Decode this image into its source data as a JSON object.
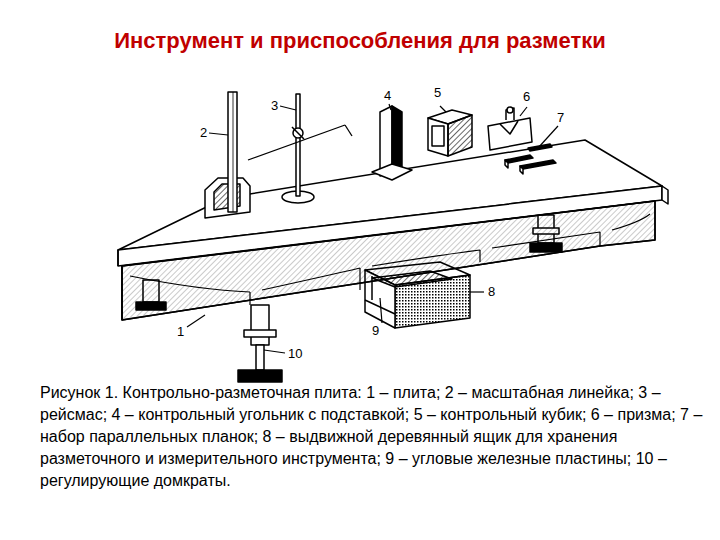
{
  "diagram": {
    "title": "Инструмент и приспособления для разметки",
    "caption": "Рисунок 1. Контрольно-разметочная плита: 1 – плита; 2 – масштабная линейка; 3 – рейсмас; 4 – контрольный угольник с подставкой; 5 – контрольный кубик; 6 – призма; 7 – набор параллельных планок; 8 – выдвижной деревянный ящик для хранения разметочного и измерительного инструмента; 9 – угловые железные пластины; 10 – регулирующие домкраты.",
    "labels": [
      "2",
      "3",
      "4",
      "5",
      "6",
      "7",
      "8",
      "9",
      "1",
      "10"
    ]
  }
}
